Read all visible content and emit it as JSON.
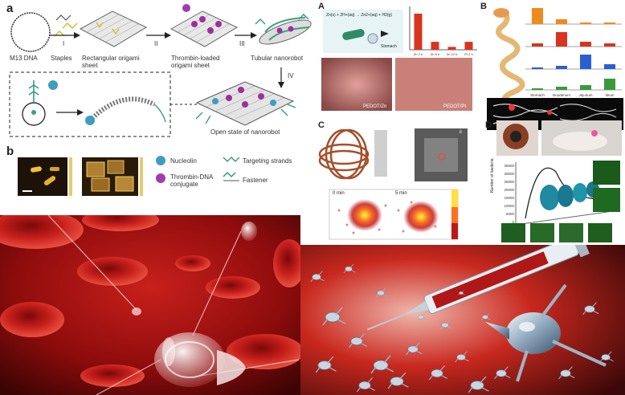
{
  "panel_a": {
    "label": "a",
    "m13": "M13 DNA",
    "staples": "Staples",
    "rect_sheet": "Rectangular origami sheet",
    "thrombin_sheet": "Thrombin-loaded origami sheet",
    "tubular": "Tubular nanorobot",
    "step1": "I",
    "step2": "II",
    "step3": "III",
    "step4": "IV",
    "open_state": "Open state of nanorobot"
  },
  "panel_b": {
    "label": "b",
    "legend": {
      "nucleolin": "Nucleolin",
      "conjugate": "Thrombin-DNA conjugate",
      "targeting": "Targeting strands",
      "fastener": "Fastener"
    }
  },
  "panel_right": {
    "A": "A",
    "B": "B",
    "C": "C",
    "D": "D",
    "a_eq": "Zn(s) + 2H+(aq) → Zn2+(aq) + H2(g)",
    "a_organ": "Stomach",
    "a_img1": "PEDOT/Zn",
    "a_img2": "PEDOT/Pt",
    "a_xlabels": [
      "Zn 2 h",
      "Zn 6 h",
      "Zn 12 h",
      "Pt 2 h"
    ],
    "a_values": [
      2500,
      550,
      200,
      550
    ],
    "b_groups": [
      "Stomach",
      "Duodenum",
      "Jejunum",
      "Ileum"
    ],
    "c_time1": "0 min",
    "c_time2": "5 min",
    "c_sub": "ii",
    "d_ylabel": "Number of bacteria",
    "d_yticks": [
      "35000",
      "30000",
      "25000",
      "20000",
      "15000",
      "10000",
      "5000",
      "0"
    ],
    "colors": {
      "red": "#d9341e",
      "blue": "#2a5fd1",
      "green": "#3a9a3a",
      "orange": "#f08a1e"
    }
  }
}
